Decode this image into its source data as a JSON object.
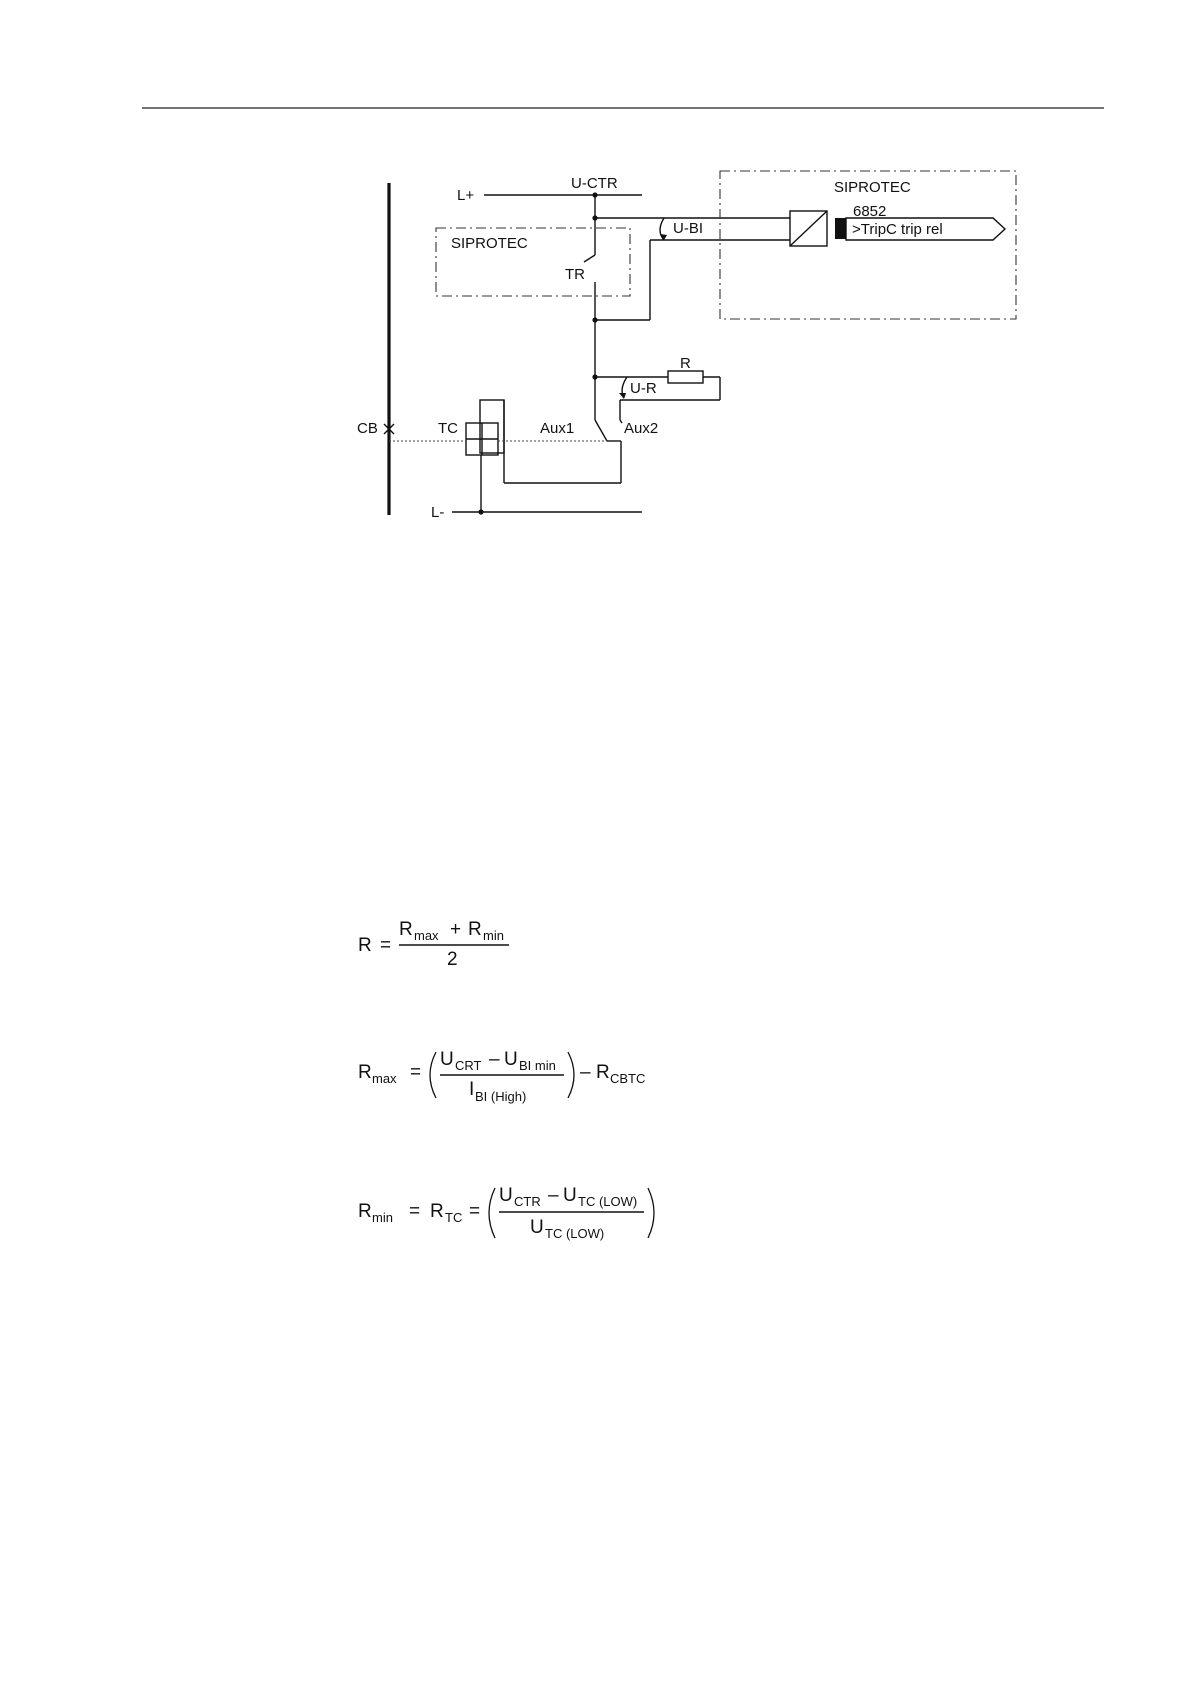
{
  "diagram": {
    "labels": {
      "l_plus": "L+",
      "l_minus": "L-",
      "u_ctr": "U-CTR",
      "siprotec_left": "SIPROTEC",
      "siprotec_right": "SIPROTEC",
      "tr": "TR",
      "u_bi": "U-BI",
      "fno": "6852",
      "signal": ">TripC trip rel",
      "r": "R",
      "u_r": "U-R",
      "cb": "CB",
      "tc": "TC",
      "aux1": "Aux1",
      "aux2": "Aux2"
    }
  },
  "equations": {
    "eq1": {
      "lhs": "R",
      "num_a": "R",
      "num_a_sub": "max",
      "plus": "+",
      "num_b": "R",
      "num_b_sub": "min",
      "den": "2"
    },
    "eq2": {
      "lhs": "R",
      "lhs_sub": "max",
      "num_a": "U",
      "num_a_sub": "CRT",
      "minus": "–",
      "num_b": "U",
      "num_b_sub": "BI min",
      "den": "I",
      "den_sub": "BI (High)",
      "tail": "R",
      "tail_sub": "CBTC"
    },
    "eq3": {
      "lhs": "R",
      "lhs_sub": "min",
      "mid": "R",
      "mid_sub": "TC",
      "num_a": "U",
      "num_a_sub": "CTR",
      "minus": "–",
      "num_b": "U",
      "num_b_sub": "TC (LOW)",
      "den": "U",
      "den_sub": "TC (LOW)"
    }
  }
}
